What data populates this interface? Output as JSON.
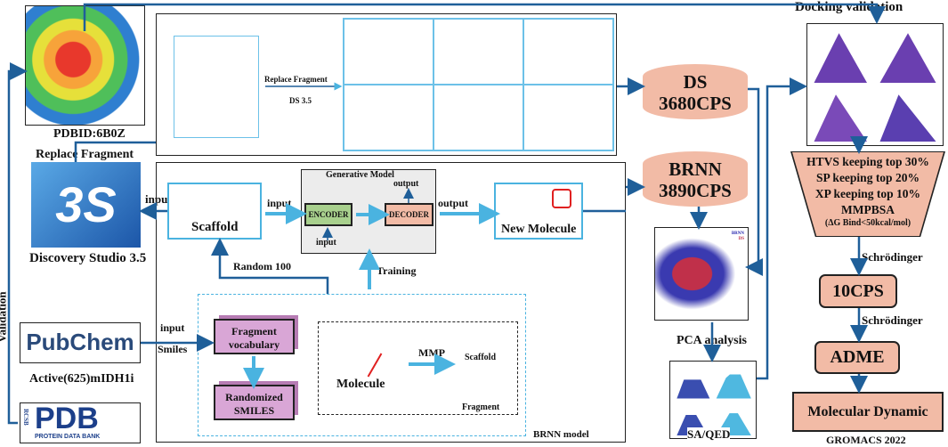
{
  "left": {
    "pdb_id": "PDBID:6B0Z",
    "replace_fragment": "Replace Fragment",
    "ds_software": "Discovery Studio 3.5",
    "validation": "Validation",
    "pubchem_logo": "PubChem",
    "pubchem_caption": "Active(625)mIDH1i",
    "pdb_logo": "PDB",
    "pdb_logo_sub": "PROTEIN DATA BANK",
    "pdb_logo_prefix": "RCSB",
    "input": "input",
    "input_smiles": "input",
    "smiles": "Smiles"
  },
  "top_panel": {
    "arrow_label": "Replace Fragment",
    "arrow_sub": "DS 3.5"
  },
  "ds_result": {
    "line1": "DS",
    "line2": "3680CPS"
  },
  "brnn_result": {
    "line1": "BRNN",
    "line2": "3890CPS"
  },
  "brnn_panel": {
    "scaffold": "Scaffold",
    "input_arrow": "input",
    "generative_model": "Generative Model",
    "encoder": "ENCODER",
    "decoder": "DECODER",
    "encoder_input": "input",
    "decoder_output": "output",
    "output_arrow": "output",
    "new_molecule": "New Molecule",
    "random": "Random 100",
    "training": "Training",
    "fragment_vocab_1": "Fragment",
    "fragment_vocab_2": "vocabulary",
    "randomized_1": "Randomized",
    "randomized_2": "SMILES",
    "molecule": "Molecule",
    "mmp": "MMP",
    "mmp_scaffold": "Scaffold",
    "mmp_fragment": "Fragment",
    "model_name": "BRNN model"
  },
  "analysis": {
    "pca": "PCA analysis",
    "pca_legend": [
      "BRNN",
      "DS"
    ],
    "saqed": "SA/QED"
  },
  "pipeline": {
    "docking": "Docking validation",
    "funnel": [
      "HTVS keeping top 30%",
      "SP keeping top 20%",
      "XP keeping top 10%",
      "MMPBSA",
      "(ΔG Bind<50kcal/mol)"
    ],
    "tool1": "Schrödinger",
    "cps": "10CPS",
    "tool2": "Schrödinger",
    "adme": "ADME",
    "md": "Molecular Dynamic",
    "gromacs": "GROMACS 2022"
  },
  "colors": {
    "arrow": "#1f5f99",
    "salmon": "#f2bba6",
    "cyan": "#4ab3e0",
    "encoder": "#a8d08d",
    "purple": "#d9a6d6"
  }
}
